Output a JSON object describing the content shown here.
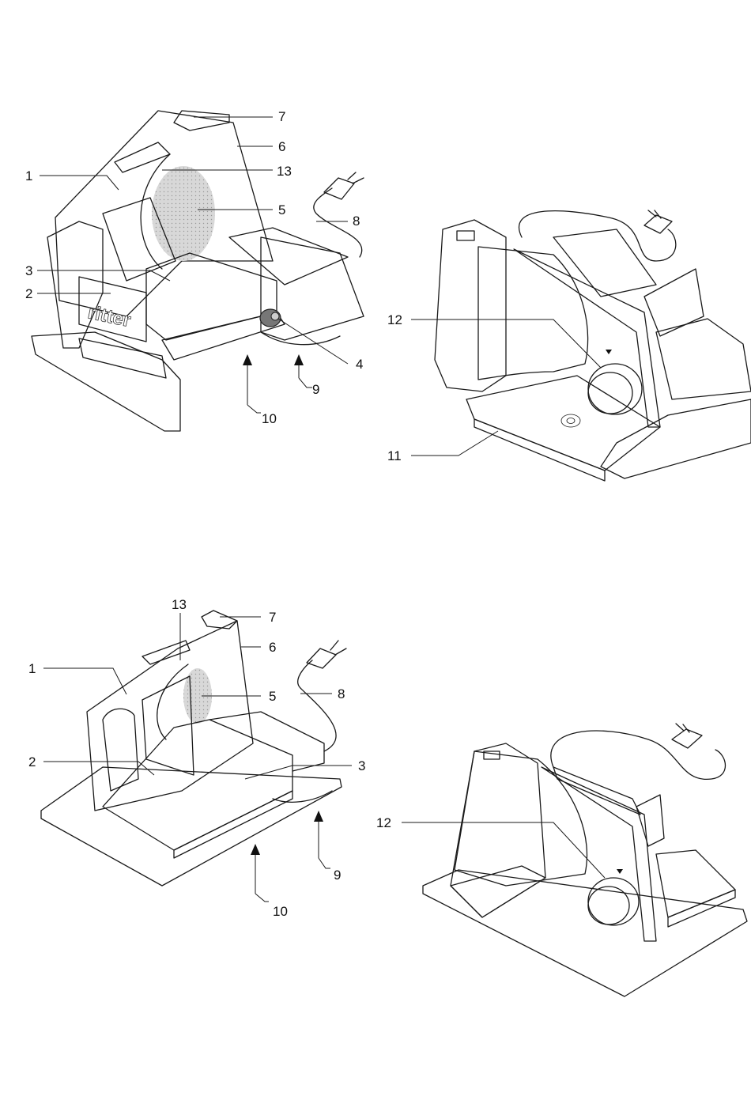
{
  "figures": [
    {
      "id": "fig1",
      "brand_logo": "ritter",
      "callouts": [
        "1",
        "2",
        "3",
        "4",
        "5",
        "6",
        "7",
        "8",
        "9",
        "10",
        "13"
      ]
    },
    {
      "id": "fig2",
      "callouts": [
        "11",
        "12"
      ]
    },
    {
      "id": "fig3",
      "callouts": [
        "1",
        "2",
        "3",
        "5",
        "6",
        "7",
        "8",
        "9",
        "10",
        "13"
      ]
    },
    {
      "id": "fig4",
      "callouts": [
        "12"
      ]
    }
  ]
}
